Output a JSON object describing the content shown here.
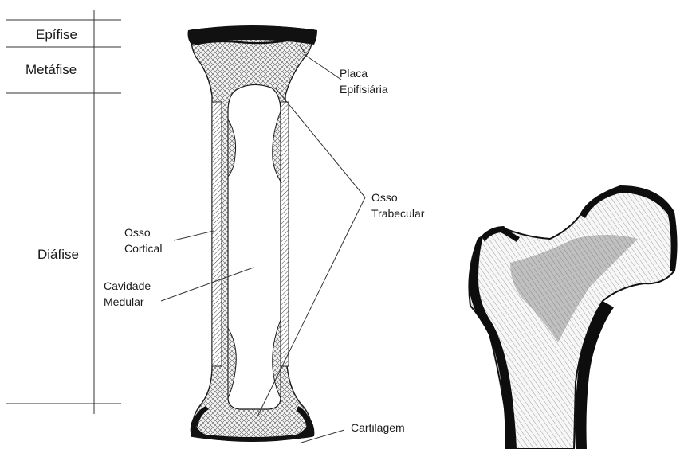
{
  "zones": {
    "epifise": "Epífise",
    "metafise": "Metáfise",
    "diafise": "Diáfise"
  },
  "labels": {
    "placa_line1": "Placa",
    "placa_line2": "Epifisiária",
    "trabecular_line1": "Osso",
    "trabecular_line2": "Trabecular",
    "cortical_line1": "Osso",
    "cortical_line2": "Cortical",
    "cavidade_line1": "Cavidade",
    "cavidade_line2": "Medular",
    "cartilagem": "Cartilagem"
  },
  "colors": {
    "ink": "#1a1a1a",
    "bone_fill": "#f2f2f2",
    "cartilage": "#111111",
    "photo_cortex": "#0d0d0d"
  }
}
